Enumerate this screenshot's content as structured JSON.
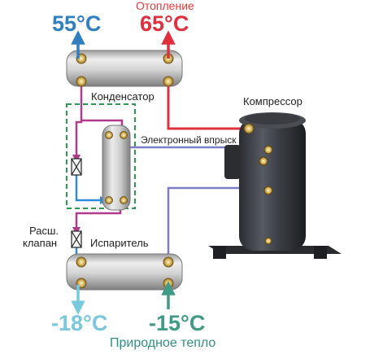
{
  "title": "Отопление",
  "temps": {
    "heating_return": "55°C",
    "heating_supply": "65°C",
    "source_out": "-18°C",
    "source_in": "-15°C"
  },
  "labels": {
    "condenser": "Конденсатор",
    "compressor": "Компрессор",
    "injection": "Электронный впрыск",
    "valve_line1": "Расш.",
    "valve_line2": "клапан",
    "evaporator": "Испаритель",
    "bottom": "Природное тепло"
  },
  "colors": {
    "hot": "#e0303f",
    "warm_blue": "#2f7fc1",
    "cold": "#79c8dd",
    "ground": "#3f9b86",
    "refrigerant": "#b23a8c",
    "vapor": "#7d7fc6",
    "liquid": "#2f8ad8",
    "dashed_frame": "#2e9a4e"
  }
}
